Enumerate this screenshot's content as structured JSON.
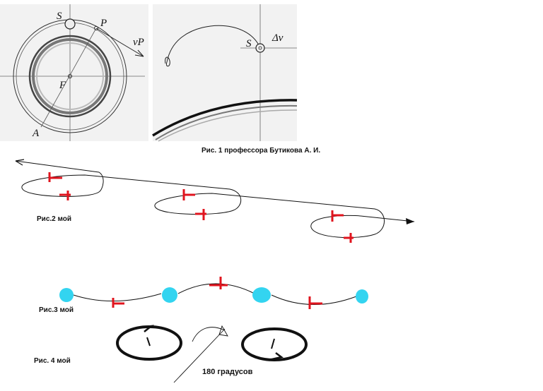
{
  "fig1": {
    "labels": {
      "S": "S",
      "P": "P",
      "vP": "vP",
      "F": "F",
      "A": "A",
      "S2": "S",
      "dv": "Δv"
    },
    "caption": "Рис. 1  профессора Бутикова А. И."
  },
  "fig2": {
    "caption": "Рис.2   мой"
  },
  "fig3": {
    "caption": "Рис.3    мой"
  },
  "fig4": {
    "caption": "Рис. 4    мой",
    "annotation": "180 градусов"
  },
  "colors": {
    "mark_red": "#e0141e",
    "planet_cyan": "#33d4f0",
    "line_dark": "#111111",
    "panel_bg": "#f2f2f2"
  }
}
